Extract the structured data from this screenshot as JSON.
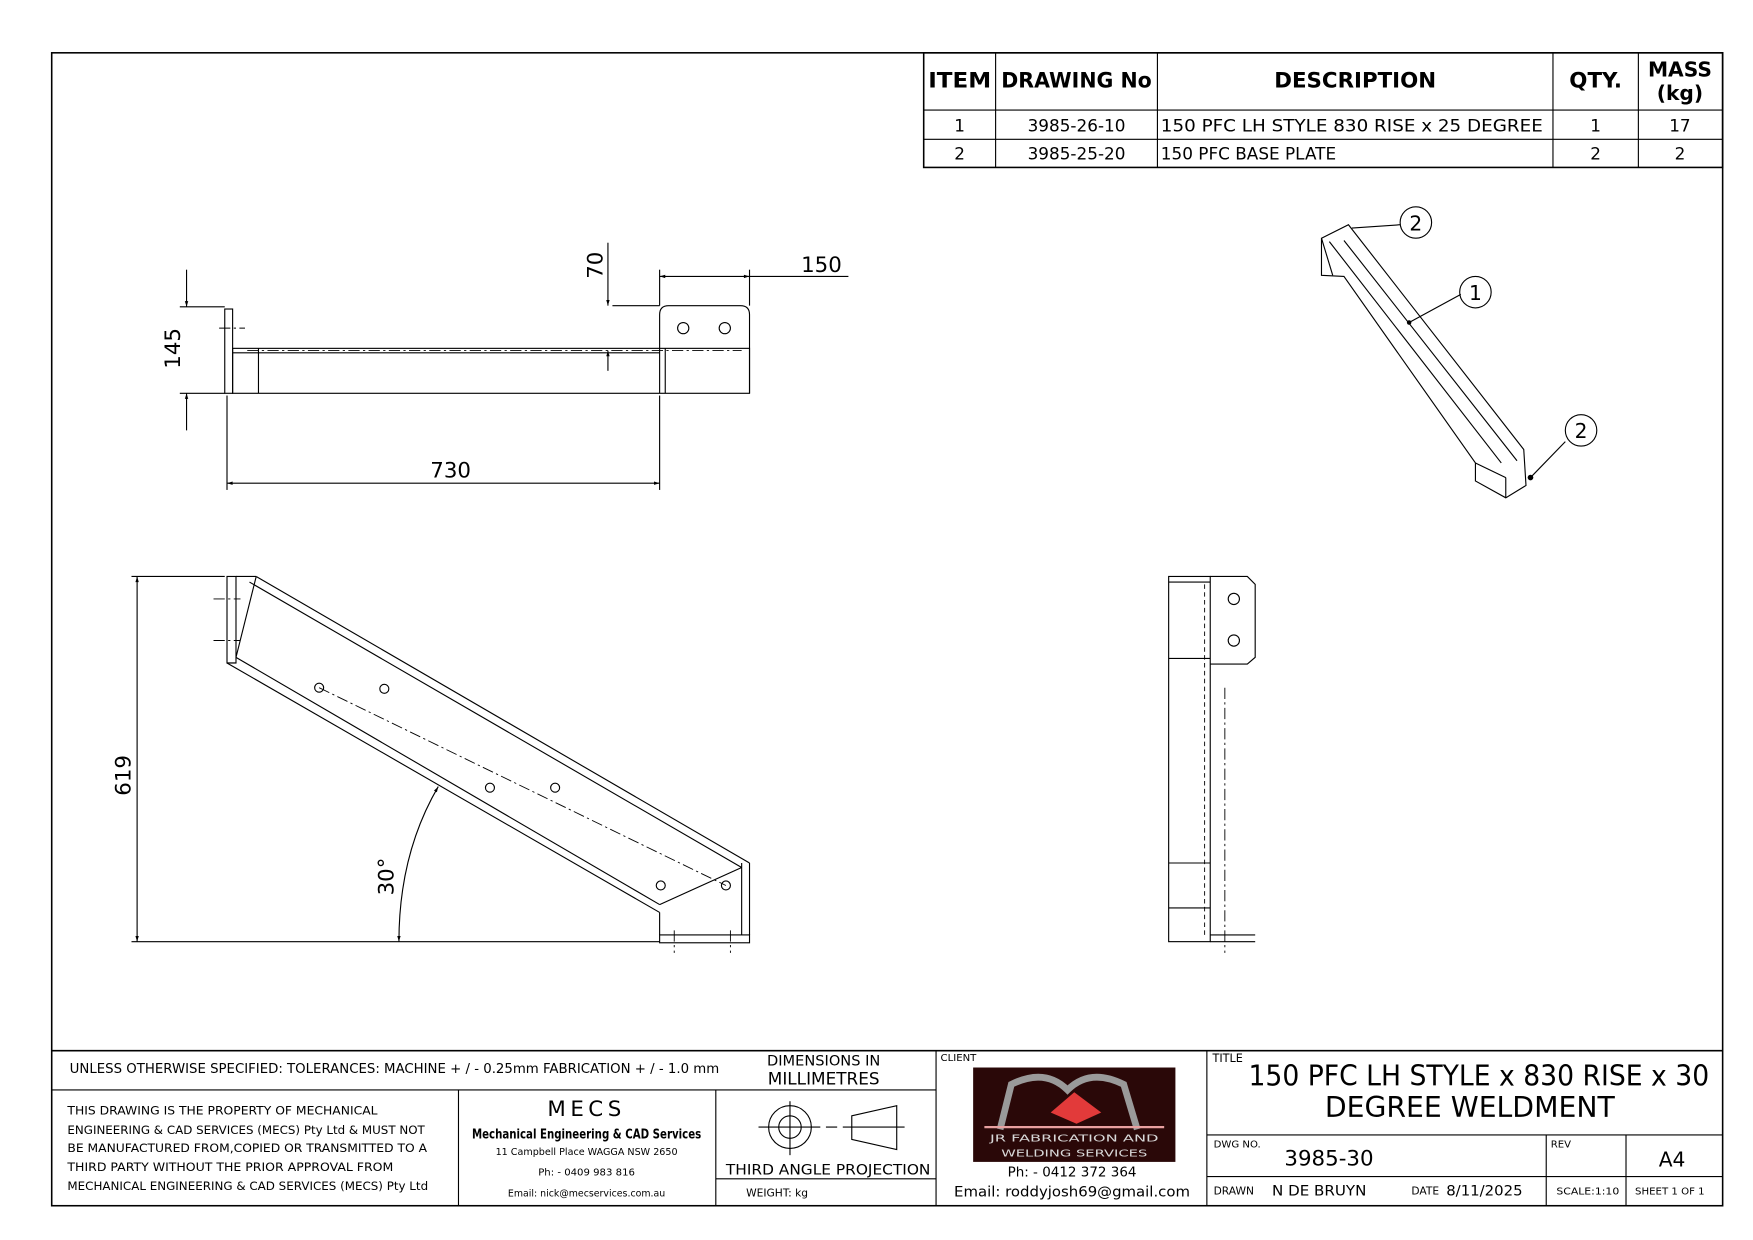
{
  "bom": {
    "headers": [
      "ITEM",
      "DRAWING No",
      "DESCRIPTION",
      "QTY.",
      "MASS",
      "(kg)"
    ],
    "rows": [
      {
        "item": "1",
        "drawing_no": "3985-26-10",
        "description": "150 PFC LH STYLE 830 RISE x 25 DEGREE",
        "qty": "1",
        "mass": "17"
      },
      {
        "item": "2",
        "drawing_no": "3985-25-20",
        "description": "150 PFC BASE PLATE",
        "qty": "2",
        "mass": "2"
      }
    ]
  },
  "dimensions": {
    "d145": "145",
    "d70": "70",
    "d150": "150",
    "d730": "730",
    "d619": "619",
    "angle": "30°"
  },
  "balloons": [
    "2",
    "1",
    "2"
  ],
  "title_block": {
    "tolerances": "UNLESS OTHERWISE SPECIFIED: TOLERANCES: MACHINE + / - 0.25mm  FABRICATION + / - 1.0 mm",
    "dimensions_in_1": "DIMENSIONS IN",
    "dimensions_in_2": "MILLIMETRES",
    "property_notice": [
      "THIS DRAWING IS THE PROPERTY OF MECHANICAL",
      "ENGINEERING & CAD SERVICES (MECS) Pty Ltd & MUST NOT",
      "BE MANUFACTURED FROM,COPIED OR TRANSMITTED TO A",
      "THIRD PARTY WITHOUT THE PRIOR APPROVAL FROM",
      "MECHANICAL ENGINEERING & CAD SERVICES (MECS) Pty Ltd"
    ],
    "mecs_logo": "MECS",
    "mecs_name": "Mechanical Engineering & CAD Services",
    "mecs_address": "11 Campbell Place WAGGA NSW 2650",
    "mecs_phone": "Ph: - 0409 983 816",
    "mecs_email": "Email: nick@mecservices.com.au",
    "projection": "THIRD ANGLE PROJECTION",
    "weight": "WEIGHT: kg",
    "client_label": "CLIENT",
    "client_logo_line1": "JR FABRICATION AND",
    "client_logo_line2": "WELDING SERVICES",
    "client_phone": "Ph: - 0412 372 364",
    "client_email": "Email: roddyjosh69@gmail.com",
    "title_label": "TITLE",
    "title_line1": "150 PFC LH STYLE x 830 RISE x 30",
    "title_line2": "DEGREE WELDMENT",
    "dwg_no_label": "DWG NO.",
    "dwg_no": "3985-30",
    "rev_label": "REV",
    "size": "A4",
    "drawn_label": "DRAWN",
    "drawn_by": "N DE BRUYN",
    "date_label": "DATE",
    "date": "8/11/2025",
    "scale": "SCALE:1:10",
    "sheet": "SHEET 1 OF 1"
  },
  "colors": {
    "client_logo_bg": "#2a0808",
    "flame": "#e23a3a"
  }
}
